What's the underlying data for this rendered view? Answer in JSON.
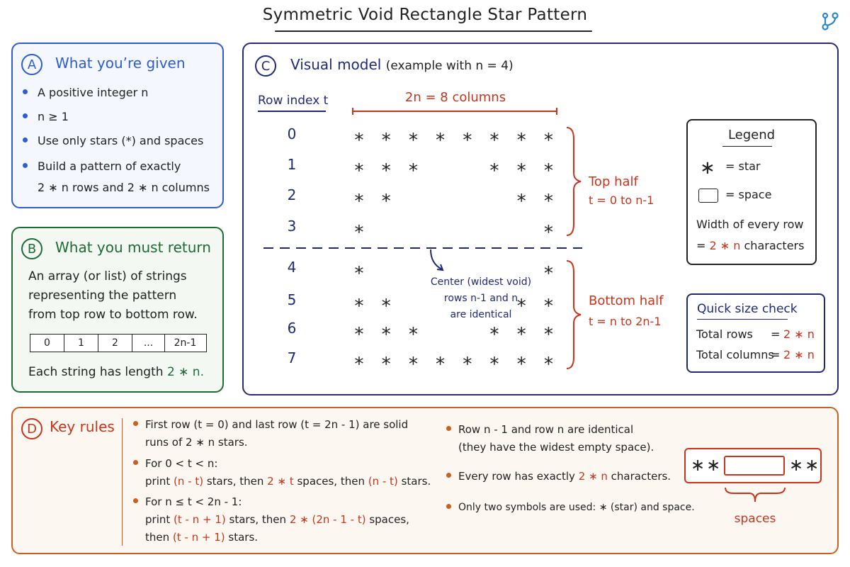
{
  "title": "Symmetric Void Rectangle Star Pattern",
  "colors": {
    "blue": "#2f5bd3",
    "green": "#1f6b35",
    "navy": "#1e2a78",
    "red": "#c8351c",
    "orange": "#c9611e"
  },
  "icons": {
    "corner": "git-branch-icon"
  },
  "panel_a": {
    "badge": "A",
    "title": "What you’re given",
    "items": [
      "A positive integer n",
      "n ≥ 1",
      "Use only stars (*) and spaces",
      "Build a pattern of exactly",
      "2 ∗ n rows and 2 ∗ n columns"
    ]
  },
  "panel_b": {
    "badge": "B",
    "title": "What you must return",
    "lines": [
      "An array (or list) of strings",
      "representing the pattern",
      "from top row to bottom row."
    ],
    "array_cells": [
      "0",
      "1",
      "2",
      "...",
      "2n-1"
    ],
    "length_prefix": "Each string has length",
    "length_value": "2 ∗ n."
  },
  "panel_c": {
    "badge": "C",
    "title": "Visual model",
    "subtitle": "(example with n = 4)",
    "row_index_label": "Row index t",
    "columns_label": "2n = 8 columns",
    "row_indices": [
      "0",
      "1",
      "2",
      "3",
      "4",
      "5",
      "6",
      "7"
    ],
    "grid": [
      "********",
      "***  ***",
      "**    **",
      "*      *",
      "*      *",
      "**    **",
      "***  ***",
      "********"
    ],
    "top_half_label": "Top half",
    "top_half_range": "t = 0 to n-1",
    "bottom_half_label": "Bottom half",
    "bottom_half_range": "t = n to 2n-1",
    "center_note": [
      "Center (widest void)",
      "rows n-1 and n",
      "are identical"
    ],
    "legend": {
      "title": "Legend",
      "star_symbol": "∗",
      "star_label": "= star",
      "space_label": "= space",
      "width_line1": "Width of every row",
      "width_eq": "=",
      "width_value": "2 ∗ n",
      "width_suffix": "characters"
    },
    "size_check": {
      "title": "Quick size check",
      "rows_label": "Total rows",
      "cols_label": "Total columns",
      "eq": "=",
      "value": "2 ∗ n"
    }
  },
  "panel_d": {
    "badge": "D",
    "title": "Key rules",
    "rule1": [
      "First row (t = 0) and last row (t = 2n - 1) are solid",
      "runs of 2 ∗ n stars."
    ],
    "rule2_head": "For 0 < t < n:",
    "rule2_parts": [
      "print",
      "(n - t)",
      "stars, then",
      "2 ∗ t",
      "spaces, then",
      "(n - t)",
      "stars."
    ],
    "rule3_head": "For n ≤ t < 2n - 1:",
    "rule3_parts": [
      "print",
      "(t - n + 1)",
      "stars, then",
      "2 ∗ (2n - 1 - t)",
      "spaces,"
    ],
    "rule3_tail": [
      "then",
      "(t - n + 1)",
      "stars."
    ],
    "rule4": [
      "Row n - 1 and row n are identical",
      "(they have the widest empty space)."
    ],
    "rule5_parts": [
      "Every row has exactly",
      "2 ∗ n",
      "characters."
    ],
    "rule6": "Only two symbols are used: ∗ (star) and space.",
    "diagram_left": "∗∗",
    "diagram_right": "∗∗",
    "diagram_label": "spaces"
  }
}
